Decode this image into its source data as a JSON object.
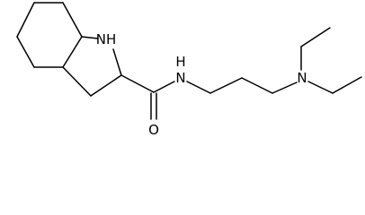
{
  "molecule": {
    "atoms": {
      "nh_ring": "NH",
      "nh_amide": "H",
      "n_amide": "N",
      "n_amine": "N",
      "o_carbonyl": "O"
    },
    "colors": {
      "bond": "#000000",
      "label": "#000000",
      "background": "#ffffff"
    }
  }
}
